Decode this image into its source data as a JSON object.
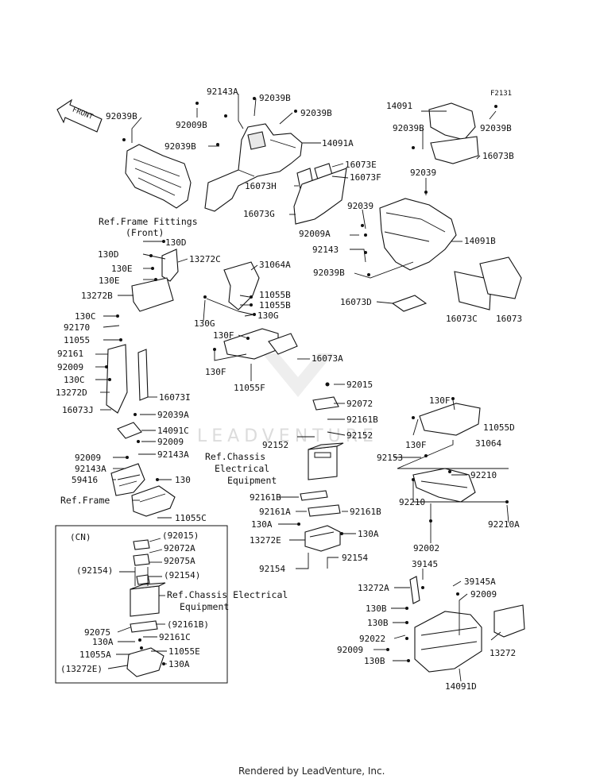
{
  "drawing_code": "F2131",
  "front_label": "FRONT",
  "watermark": "LEADVENTURE",
  "footer": "Rendered by LeadVenture, Inc.",
  "cn_box_label": "(CN)",
  "labels": {
    "p92039B_a": "92039B",
    "p92143A_top": "92143A",
    "p92039B_b": "92039B",
    "p92039B_c": "92039B",
    "p92009B": "92009B",
    "p92039B_d": "92039B",
    "p14091A": "14091A",
    "p14091": "14091",
    "p92039B_e": "92039B",
    "p92039B_f": "92039B",
    "p16073B": "16073B",
    "p16073E": "16073E",
    "p16073F": "16073F",
    "p16073H": "16073H",
    "p92039": "92039",
    "p16073G": "16073G",
    "p92039_b": "92039",
    "p92009A": "92009A",
    "p14091B": "14091B",
    "p92143": "92143",
    "p92039B_g": "92039B",
    "p16073D": "16073D",
    "p16073C": "16073C",
    "p16073": "16073",
    "p130D_a": "130D",
    "p130D_b": "130D",
    "p13272C": "13272C",
    "p130E_a": "130E",
    "p130E_b": "130E",
    "p31064A": "31064A",
    "p13272B": "13272B",
    "p11055B_a": "11055B",
    "p11055B_b": "11055B",
    "p130G_a": "130G",
    "p130G_b": "130G",
    "p130C_a": "130C",
    "p92170": "92170",
    "p11055": "11055",
    "p130F_a": "130F",
    "p92161": "92161",
    "p16073A": "16073A",
    "p92009_a": "92009",
    "p130F_b": "130F",
    "p130C_b": "130C",
    "p11055F": "11055F",
    "p13272D": "13272D",
    "p16073I": "16073I",
    "p16073J": "16073J",
    "p92015": "92015",
    "p92072": "92072",
    "p92039A": "92039A",
    "p92161B_a": "92161B",
    "p14091C": "14091C",
    "p92152_a": "92152",
    "p92152_b": "92152",
    "p130F_c": "130F",
    "p11055D": "11055D",
    "p92009_b": "92009",
    "p92143A_b": "92143A",
    "p130F_d": "130F",
    "p31064": "31064",
    "p92009_c": "92009",
    "p92153": "92153",
    "p92143A_c": "92143A",
    "p59416": "59416",
    "p92210_a": "92210",
    "p130_a": "130",
    "p92210_b": "92210",
    "p11055C": "11055C",
    "p92161B_b": "92161B",
    "p92161A": "92161A",
    "p92161B_c": "92161B",
    "p130A_a": "130A",
    "p130A_b": "130A",
    "p92210A": "92210A",
    "p13272E": "13272E",
    "p92002": "92002",
    "p92154_a": "92154",
    "p92154_b": "92154",
    "p39145": "39145",
    "p13272A": "13272A",
    "p39145A": "39145A",
    "p92009_d": "92009",
    "p130B_a": "130B",
    "p130B_b": "130B",
    "p92022": "92022",
    "p13272": "13272",
    "p92009_e": "92009",
    "p130B_c": "130B",
    "p14091D": "14091D",
    "cn_92015": "(92015)",
    "cn_92072A": "92072A",
    "cn_92075A": "92075A",
    "cn_92154_a": "(92154)",
    "cn_92154_b": "(92154)",
    "cn_92161B": "(92161B)",
    "cn_92075": "92075",
    "cn_130A_a": "130A",
    "cn_92161C": "92161C",
    "cn_11055A": "11055A",
    "cn_11055E": "11055E",
    "cn_13272E": "(13272E)",
    "cn_130A_b": "130A"
  },
  "refs": {
    "frame_fittings_1": "Ref.Frame Fittings",
    "frame_fittings_2": "(Front)",
    "chassis_1": "Ref.Chassis",
    "chassis_2": "Electrical",
    "chassis_3": "Equipment",
    "frame": "Ref.Frame",
    "cn_chassis_1": "Ref.Chassis Electrical",
    "cn_chassis_2": "Equipment"
  }
}
